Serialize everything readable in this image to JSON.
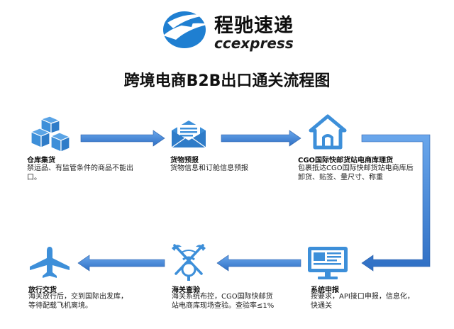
{
  "header": {
    "brand_cn": "程驰速递",
    "brand_en": "ccexpress",
    "title": "跨境电商B2B出口通关流程图"
  },
  "colors": {
    "icon_blue": "#3d8fd9",
    "arrow_blue": "#3a7bd5",
    "arrow_edge": "#2a5fa8"
  },
  "steps": [
    {
      "title": "仓库集货",
      "desc": "禁运品、有监管条件的商品不能出口。",
      "icon": "boxes-icon"
    },
    {
      "title": "货物预报",
      "desc": "货物信息和订舱信息预报",
      "icon": "envelope-icon"
    },
    {
      "title": "CGO国际快邮货站电商库理货",
      "desc": "包裹抵达CGO国际快邮货站电商库后卸货、贴签、量尺寸、称重",
      "icon": "house-icon"
    },
    {
      "title": "系统申报",
      "desc": "按要求，API接口申报，信息化，快通关",
      "icon": "monitor-icon"
    },
    {
      "title": "海关查验",
      "desc": "海关系统布控，CGO国际快邮货站电商库现场查验。查验率≤1%",
      "icon": "customs-emblem-icon"
    },
    {
      "title": "放行交货",
      "desc": "海关放行后，交到国际出发库，等待配载飞机离境。",
      "icon": "airplane-icon"
    }
  ]
}
